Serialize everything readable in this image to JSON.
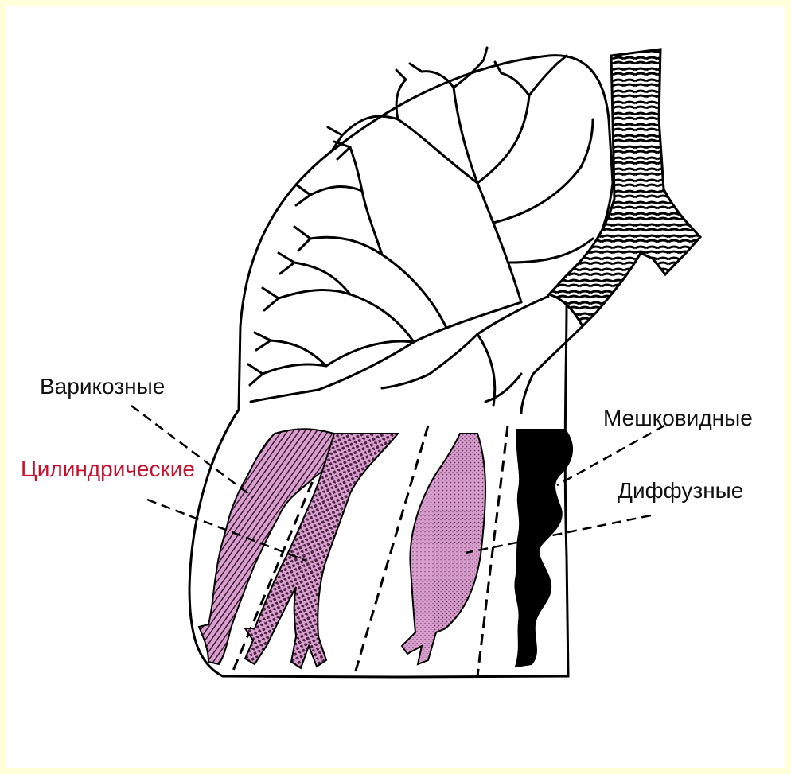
{
  "labels": {
    "varicose": "Варикозные",
    "cylindrical": "Цилиндрические",
    "saccular": "Мешковидные",
    "diffuse": "Диффузные"
  },
  "colors": {
    "background": "#ffffd9",
    "panel": "#ffffff",
    "outline": "#000000",
    "lesion_fill": "#d9a0cf",
    "lesion_dark": "#5a2e4c",
    "cylindrical_label": "#c8102e"
  }
}
